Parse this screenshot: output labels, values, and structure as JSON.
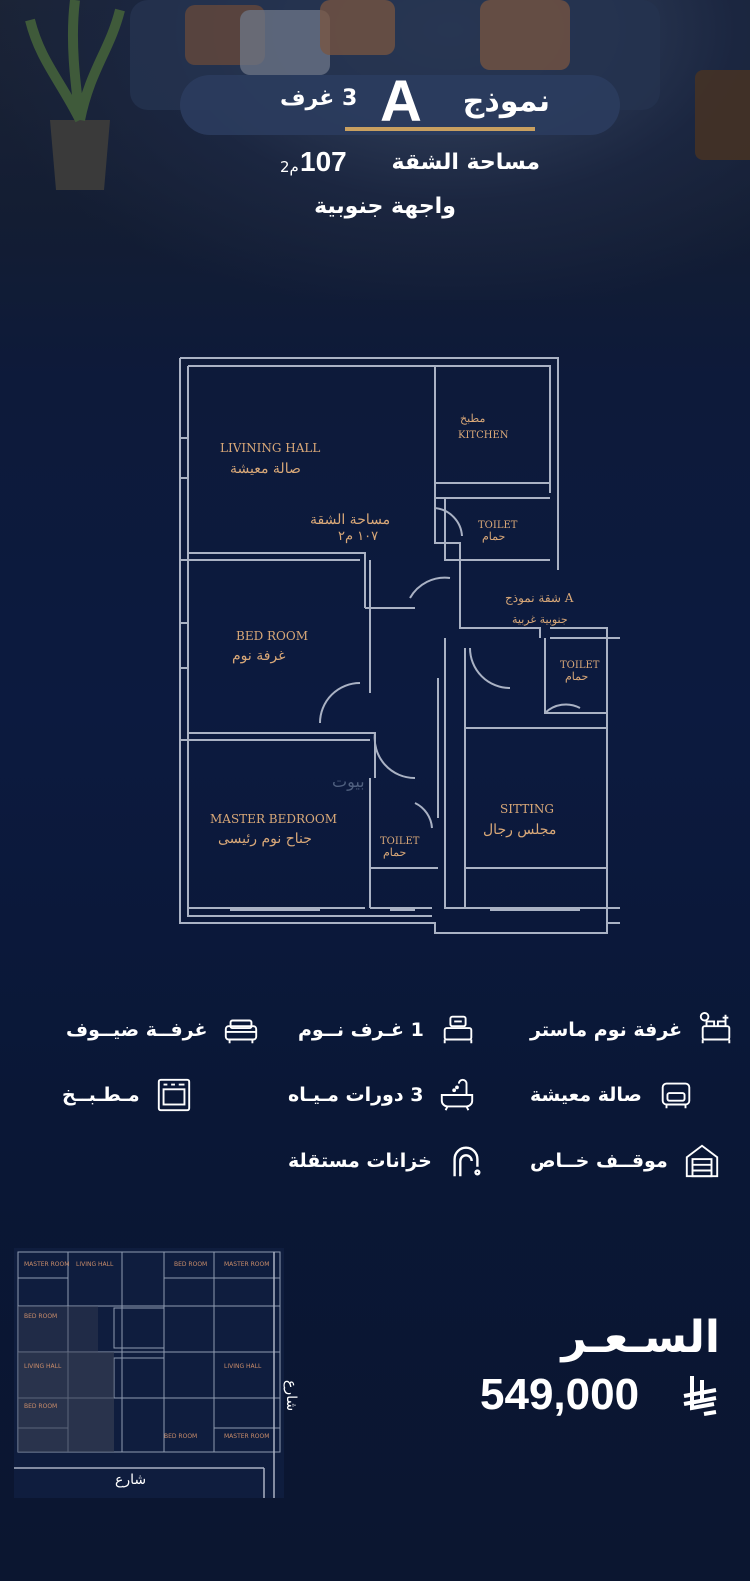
{
  "header": {
    "model_word": "نموذج",
    "model_letter": "A",
    "rooms": "3 غرف",
    "area_label": "مساحة الشقة",
    "area_value": "107",
    "area_unit": "2م",
    "facade": "واجهة جنوبية"
  },
  "floor_plan": {
    "living_en": "LIVINING HALL",
    "living_ar": "صالة معيشة",
    "kitchen_ar": "مطبخ",
    "kitchen_en": "KITCHEN",
    "area_ar": "مساحة الشقة",
    "area_val": "١٠٧ م٢",
    "toilet_en": "TOILET",
    "toilet_ar": "حمام",
    "model_ar": "شقة نموذج A",
    "facade_ar": "جنوبية غربية",
    "bed_en": "BED ROOM",
    "bed_ar": "غرفة نوم",
    "master_en": "MASTER BEDROOM",
    "master_ar": "جناح نوم رئيسى",
    "sitting_en": "SITTING",
    "sitting_ar": "مجلس رجال",
    "watermark": "بيوت"
  },
  "features": [
    {
      "label": "غرفة نوم ماستر",
      "icon": "master-bed-icon"
    },
    {
      "label": "1 غـرف نــوم",
      "icon": "bed-icon"
    },
    {
      "label": "غرفــة ضيــوف",
      "icon": "sofa-icon"
    },
    {
      "label": "صالة معيشة",
      "icon": "armchair-icon"
    },
    {
      "label": "3 دورات مـيـاه",
      "icon": "bathtub-icon"
    },
    {
      "label": "مـطـبــخ",
      "icon": "oven-icon"
    },
    {
      "label": "موقــف خــاص",
      "icon": "garage-icon"
    },
    {
      "label": "خزانات مستقلة",
      "icon": "faucet-icon"
    }
  ],
  "site_plan": {
    "street_label": "شارع"
  },
  "price": {
    "label": "السـعـر",
    "value": "549,000",
    "currency_icon": "riyal-icon"
  },
  "colors": {
    "accent": "#c9a060",
    "plan_label": "#d9a878",
    "background": "#0c1a3f"
  }
}
